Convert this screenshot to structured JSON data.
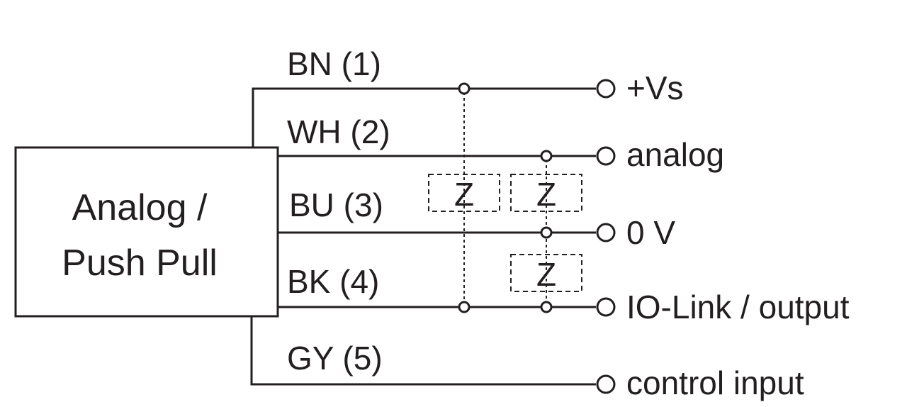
{
  "device": {
    "label_line1": "Analog /",
    "label_line2": "Push Pull"
  },
  "wires": [
    {
      "id": "bn",
      "label": "BN (1)",
      "terminal": "+Vs"
    },
    {
      "id": "wh",
      "label": "WH (2)",
      "terminal": "analog"
    },
    {
      "id": "bu",
      "label": "BU (3)",
      "terminal": "0 V"
    },
    {
      "id": "bk",
      "label": "BK (4)",
      "terminal": "IO-Link / output"
    },
    {
      "id": "gy",
      "label": "GY (5)",
      "terminal": "control input"
    }
  ],
  "loads": [
    {
      "label": "Z"
    },
    {
      "label": "Z"
    },
    {
      "label": "Z"
    }
  ]
}
